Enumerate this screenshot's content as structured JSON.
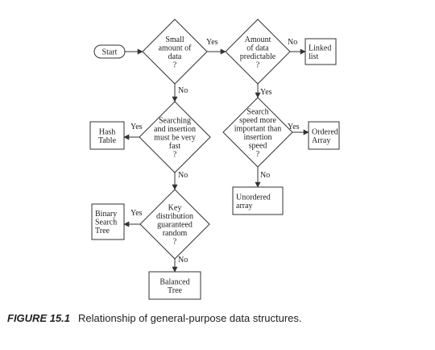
{
  "nodes": {
    "start": {
      "type": "terminal",
      "lines": [
        "Start"
      ]
    },
    "small_amount": {
      "type": "decision",
      "lines": [
        "Small",
        "amount of",
        "data",
        "?"
      ]
    },
    "amount_predictable": {
      "type": "decision",
      "lines": [
        "Amount",
        "of data",
        "predictable",
        "?"
      ]
    },
    "linked_list": {
      "type": "box",
      "lines": [
        "Linked",
        "list"
      ]
    },
    "searching_fast": {
      "type": "decision",
      "lines": [
        "Searching",
        "and insertion",
        "must be very",
        "fast",
        "?"
      ]
    },
    "hash_table": {
      "type": "box",
      "lines": [
        "Hash",
        "Table"
      ]
    },
    "search_speed": {
      "type": "decision",
      "lines": [
        "Search",
        "speed more",
        "important than",
        "insertion",
        "speed",
        "?"
      ]
    },
    "ordered_array": {
      "type": "box",
      "lines": [
        "Ordered",
        "Array"
      ]
    },
    "unordered_array": {
      "type": "box",
      "lines": [
        "Unordered",
        "array"
      ]
    },
    "key_distribution": {
      "type": "decision",
      "lines": [
        "Key",
        "distribution",
        "guaranteed",
        "random",
        "?"
      ]
    },
    "binary_search_tree": {
      "type": "box",
      "lines": [
        "Binary",
        "Search",
        "Tree"
      ]
    },
    "balanced_tree": {
      "type": "box",
      "lines": [
        "Balanced",
        "Tree"
      ]
    }
  },
  "edges": [
    {
      "from": "start",
      "to": "small_amount",
      "label": ""
    },
    {
      "from": "small_amount",
      "to": "amount_predictable",
      "label": "Yes"
    },
    {
      "from": "amount_predictable",
      "to": "linked_list",
      "label": "No"
    },
    {
      "from": "amount_predictable",
      "to": "search_speed",
      "label": "Yes"
    },
    {
      "from": "small_amount",
      "to": "searching_fast",
      "label": "No"
    },
    {
      "from": "searching_fast",
      "to": "hash_table",
      "label": "Yes"
    },
    {
      "from": "search_speed",
      "to": "ordered_array",
      "label": "Yes"
    },
    {
      "from": "search_speed",
      "to": "unordered_array",
      "label": "No"
    },
    {
      "from": "searching_fast",
      "to": "key_distribution",
      "label": "No"
    },
    {
      "from": "key_distribution",
      "to": "binary_search_tree",
      "label": "Yes"
    },
    {
      "from": "key_distribution",
      "to": "balanced_tree",
      "label": "No"
    }
  ],
  "caption": {
    "label": "FIGURE 15.1",
    "text": "Relationship of general-purpose data structures."
  }
}
